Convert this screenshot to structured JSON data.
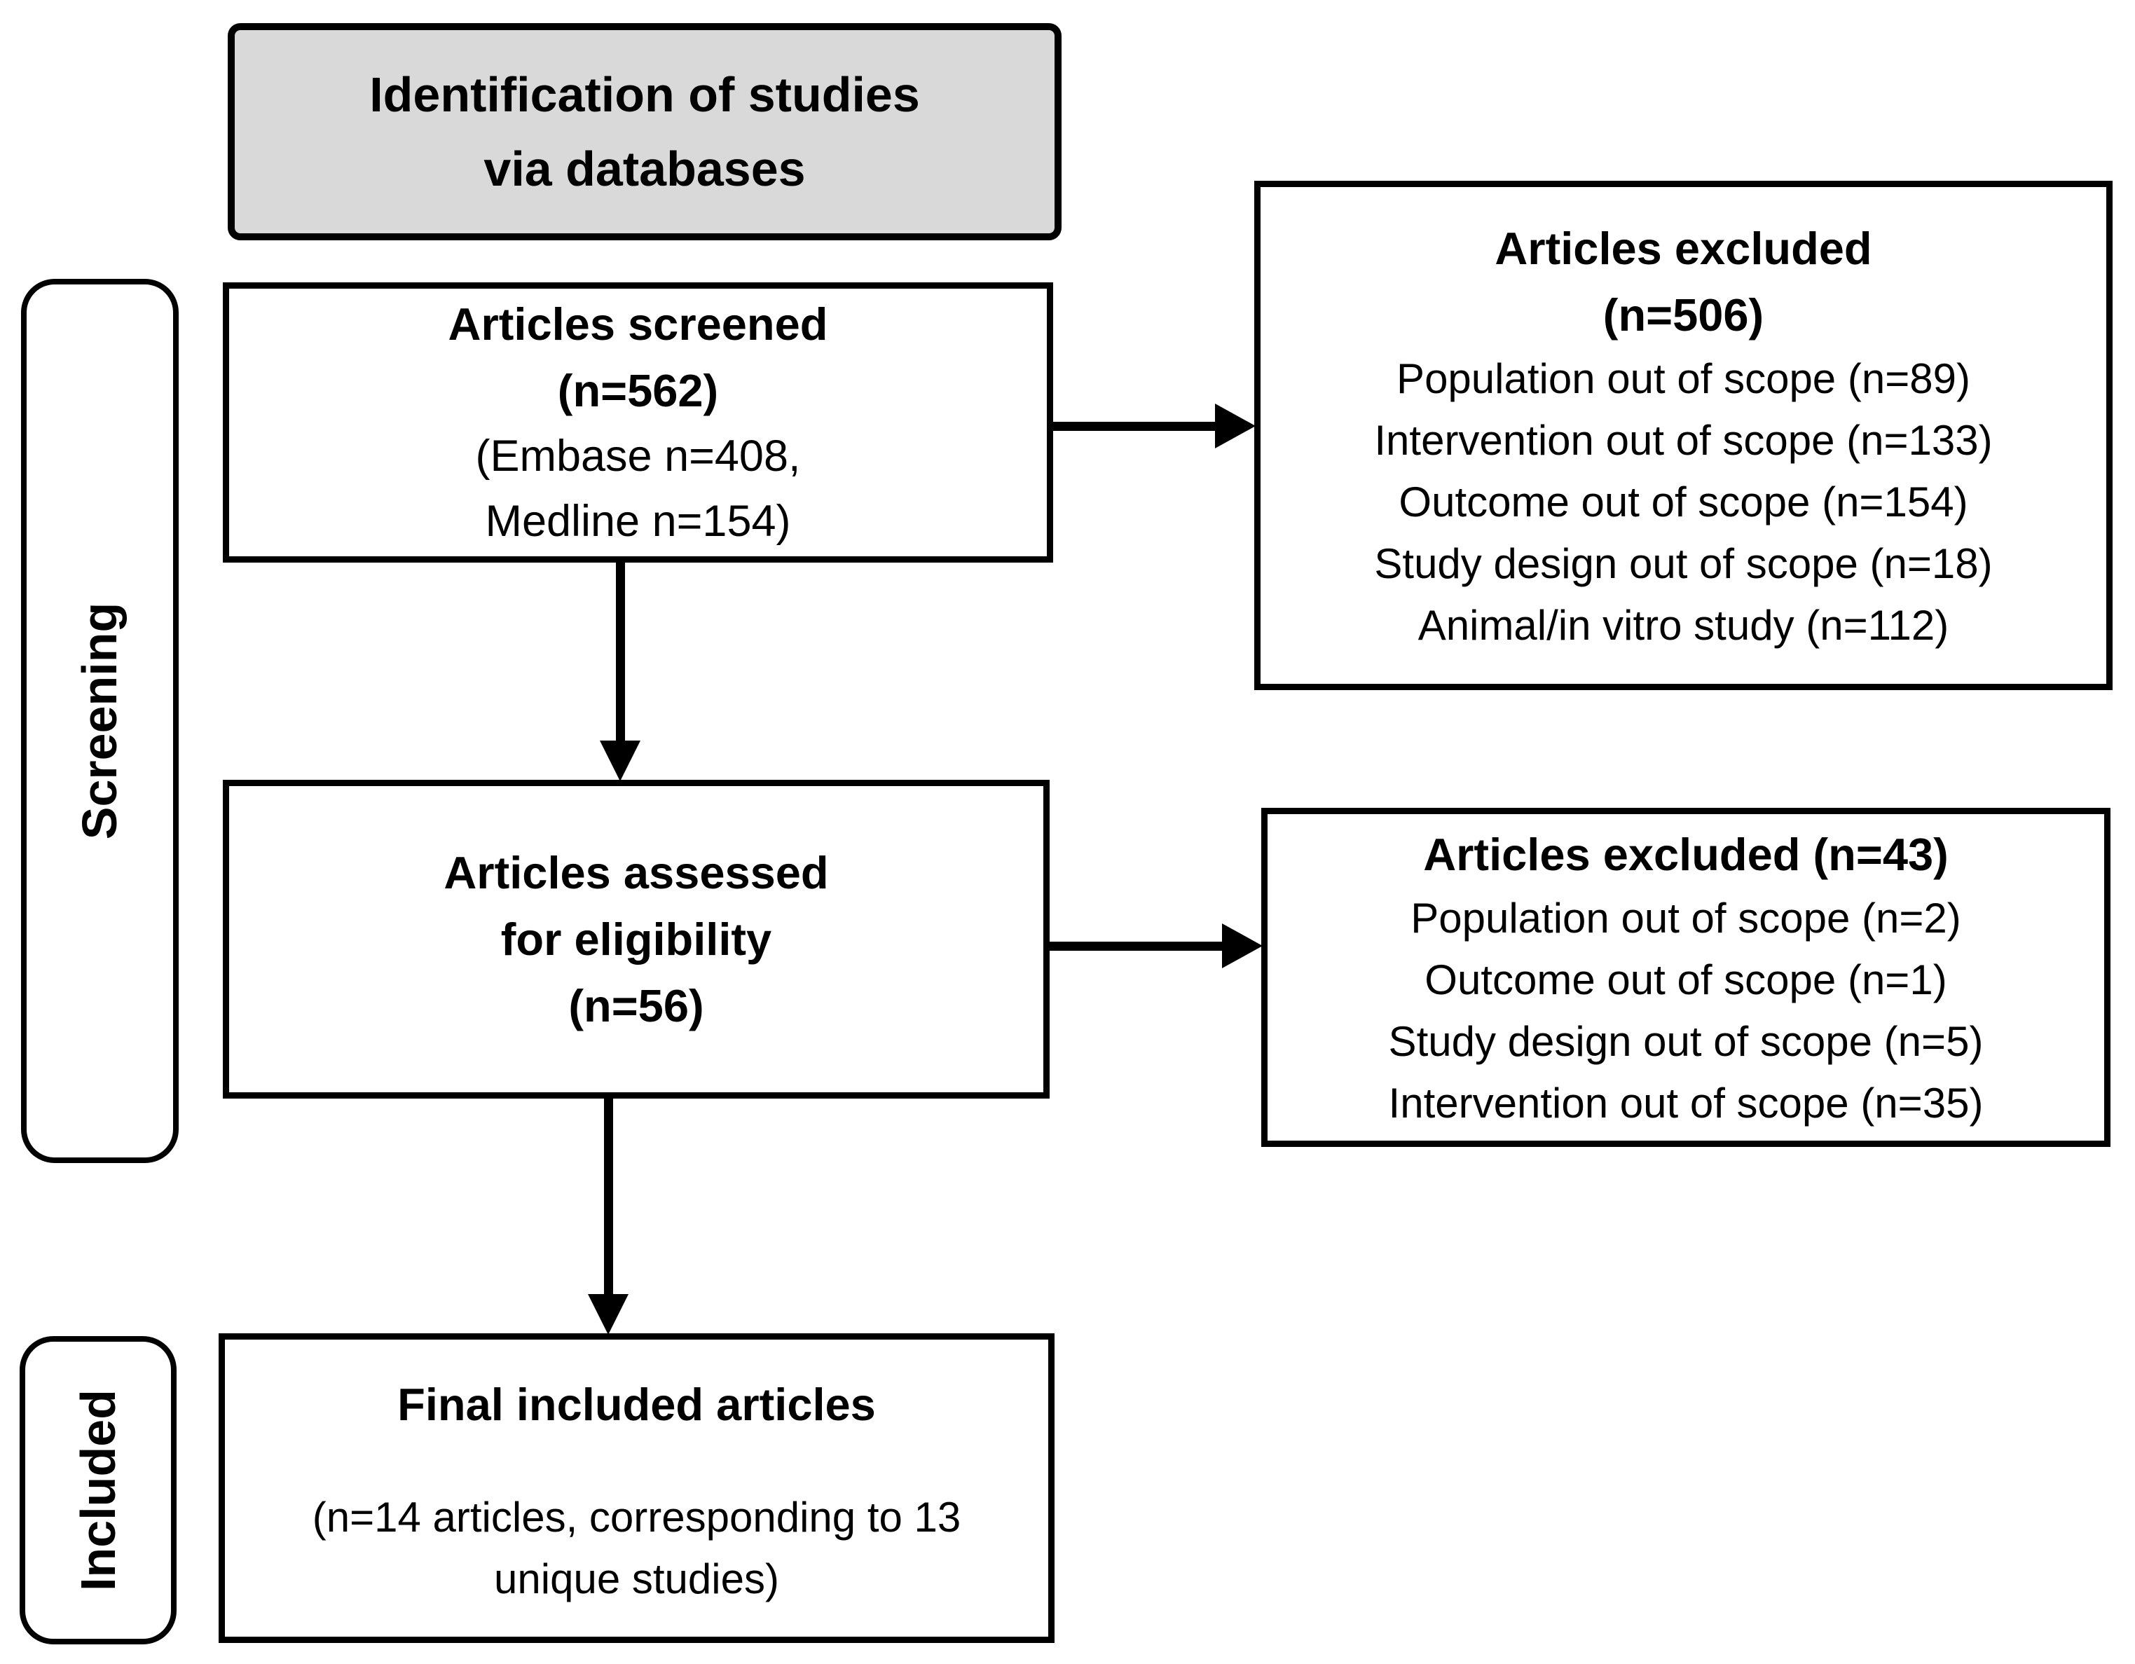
{
  "header": {
    "line1": "Identification of studies",
    "line2": "via databases"
  },
  "sidebar": {
    "screening_label": "Screening",
    "included_label": "Included"
  },
  "screened_box": {
    "line1": "Articles screened",
    "line2": "(n=562)",
    "line3": "(Embase n=408,",
    "line4": "Medline n=154)"
  },
  "excluded_box_1": {
    "line1": "Articles excluded",
    "line2": "(n=506)",
    "items": [
      "Population out of scope (n=89)",
      "Intervention out of scope (n=133)",
      "Outcome out of scope (n=154)",
      "Study design out of scope (n=18)",
      "Animal/in vitro study (n=112)"
    ]
  },
  "assessed_box": {
    "line1": "Articles assessed",
    "line2": "for eligibility",
    "line3": "(n=56)"
  },
  "excluded_box_2": {
    "title": "Articles excluded (n=43)",
    "items": [
      "Population out of scope (n=2)",
      "Outcome out of scope (n=1)",
      "Study design out of scope (n=5)",
      "Intervention out of scope (n=35)"
    ]
  },
  "included_box": {
    "title": "Final included articles",
    "line1": "(n=14 articles, corresponding to 13",
    "line2": "unique studies)"
  },
  "edges": [
    {
      "from": "screened_box",
      "to": "excluded_box_1"
    },
    {
      "from": "screened_box",
      "to": "assessed_box"
    },
    {
      "from": "assessed_box",
      "to": "excluded_box_2"
    },
    {
      "from": "assessed_box",
      "to": "included_box"
    }
  ],
  "colors": {
    "header_fill": "#d9d9d9",
    "box_fill": "#ffffff",
    "border": "#000000",
    "text": "#000000"
  }
}
